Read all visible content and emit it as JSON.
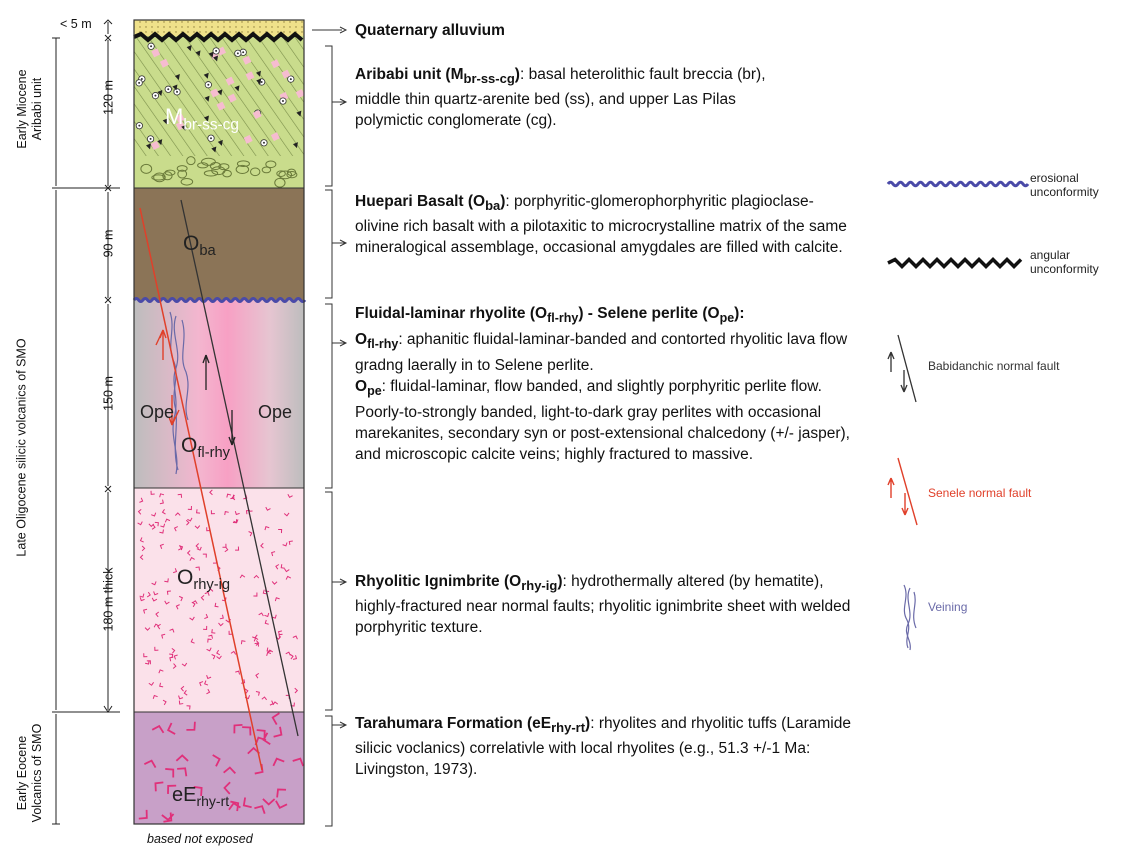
{
  "column": {
    "thicknesses": [
      "< 5 m",
      "120 m",
      "90 m",
      "150 m",
      "180 m thick"
    ],
    "base_note": "based not exposed",
    "age_groups": [
      {
        "line1": "Early Miocene",
        "line2": "Aribabi unit"
      },
      {
        "line1": "Late Oligocene silicic volcanics of SMO",
        "line2": ""
      },
      {
        "line1": "Early Eocene",
        "line2": "Volcanics of SMO"
      }
    ],
    "unit_labels": {
      "aribabi": {
        "base": "M",
        "sub": "br-ss-cg"
      },
      "basalt": {
        "base": "O",
        "sub": "ba"
      },
      "ope_left": "Ope",
      "ope_right": "Ope",
      "rhyolite": {
        "base": "O",
        "sub": "fl-rhy"
      },
      "ignimbrite": {
        "base": "O",
        "sub": "rhy-ig"
      },
      "tarahumara": {
        "base": "eE",
        "sub": "rhy-rt"
      }
    },
    "colors": {
      "alluvium": "#efe18a",
      "aribabi": "#c9dc8c",
      "basalt": "#8b7457",
      "rhyolite_gray": "#bdbdbd",
      "rhyolite_pink": "#f7a8c8",
      "ignimbrite": "#fbe1ea",
      "tarahumara": "#c8a0c8",
      "tick_pink": "#e0307a",
      "erosional": "#4a4aa8",
      "angular": "#111111",
      "babidanchic_fault": "#333333",
      "senele_fault": "#e0402a",
      "veining": "#6a6aa8"
    }
  },
  "units": {
    "alluvium": {
      "name": "Quaternary alluvium"
    },
    "aribabi": {
      "title": "Aribabi unit (M",
      "title_sub": "br-ss-cg",
      "title_end": ")",
      "text": ": basal heterolithic fault breccia (br), middle thin quartz-arenite bed (ss), and upper Las Pilas polymictic conglomerate (cg)."
    },
    "basalt": {
      "title": "Huepari Basalt (O",
      "title_sub": "ba",
      "title_end": ")",
      "text": ": porphyritic-glomerophorphyritic plagioclase-olivine rich basalt with a pilotaxitic to microcrystalline matrix of the same mineralogical assemblage, occasional amygdales are filled with calcite."
    },
    "rhyolite": {
      "title1": "Fluidal-laminar rhyolite (O",
      "title1_sub": "fl-rhy",
      "title1_mid": ") - Selene perlite (O",
      "title1_sub2": "pe",
      "title1_end": "):",
      "p1_label": "O",
      "p1_sub": "fl-rhy",
      "p1_text": ": aphanitic fluidal-laminar-banded and contorted rhyolitic lava flow gradng laerally in to Selene perlite.",
      "p2_label": "O",
      "p2_sub": "pe",
      "p2_text": ": fluidal-laminar, flow banded, and slightly porphyritic perlite flow. Poorly-to-strongly banded, light-to-dark gray perlites with occasional marekanites, secondary syn or post-extensional chalcedony (+/- jasper), and microscopic calcite veins; highly fractured to massive."
    },
    "ignimbrite": {
      "title": "Rhyolitic Ignimbrite (O",
      "title_sub": "rhy-ig",
      "title_end": ")",
      "text": ": hydrothermally altered (by hematite), highly-fractured near normal faults; rhyolitic ignimbrite sheet with welded porphyritic texture."
    },
    "tarahumara": {
      "title": "Tarahumara Formation (eE",
      "title_sub": "rhy-rt",
      "title_end": ")",
      "text": ": rhyolites and rhyolitic tuffs (Laramide silicic voclanics) correlativle with local rhyolites (e.g., 51.3 +/-1 Ma: Livingston, 1973)."
    }
  },
  "legend": [
    {
      "icon": "erosional-unconformity-icon",
      "line1": "erosional",
      "line2": "unconformity"
    },
    {
      "icon": "angular-unconformity-icon",
      "line1": "angular",
      "line2": "unconformity"
    },
    {
      "icon": "babidanchic-fault-icon",
      "line1": "Babidanchic normal fault",
      "line2": "",
      "color": "#333333"
    },
    {
      "icon": "senele-fault-icon",
      "line1": "Senele normal fault",
      "line2": "",
      "color": "#e0402a"
    },
    {
      "icon": "veining-icon",
      "line1": "Veining",
      "line2": "",
      "color": "#6a6aa8"
    }
  ]
}
